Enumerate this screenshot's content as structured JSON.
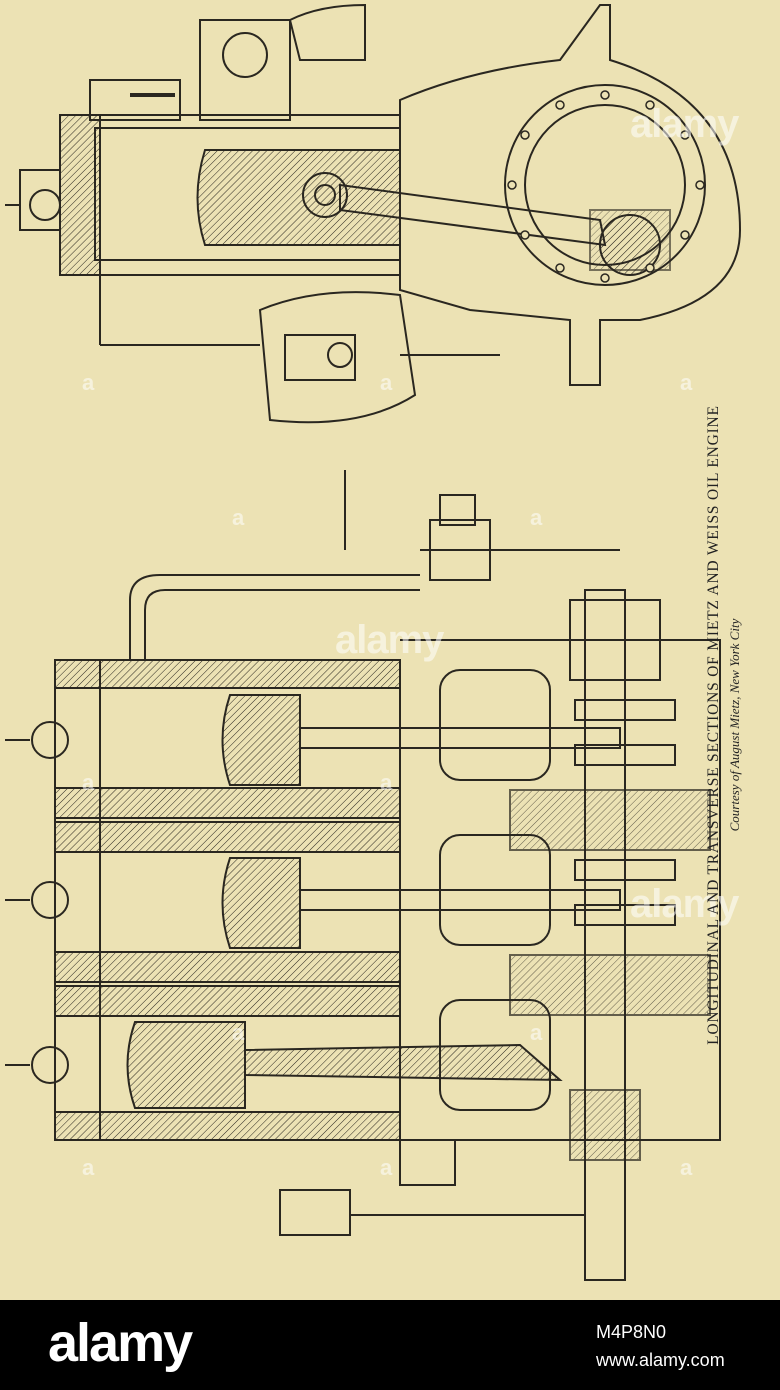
{
  "caption": {
    "title": "LONGITUDINAL AND TRANSVERSE SECTIONS OF MIETZ AND WEISS OIL ENGINE",
    "credit": "Courtesy of August Mietz, New York City"
  },
  "watermark": {
    "brand": "alamy",
    "mark": "a"
  },
  "footer": {
    "brand": "alamy",
    "image_id": "M4P8N0",
    "url": "www.alamy.com"
  },
  "colors": {
    "paper": "#ece2b4",
    "ink": "#2a2720",
    "footer": "#000000"
  }
}
